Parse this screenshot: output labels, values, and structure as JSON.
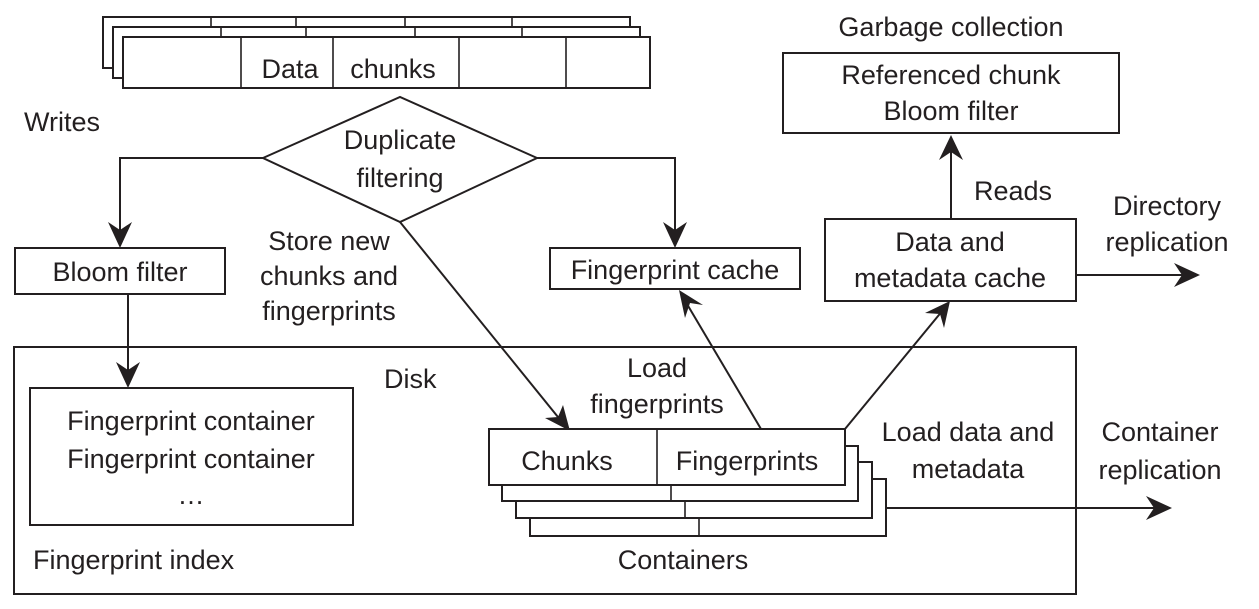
{
  "diagram": {
    "data_chunks": {
      "word1": "Data",
      "word2": "chunks"
    },
    "writes_label": "Writes",
    "duplicate_filtering": {
      "line1": "Duplicate",
      "line2": "filtering"
    },
    "bloom_filter": "Bloom filter",
    "store_new": {
      "line1": "Store new",
      "line2": "chunks and",
      "line3": "fingerprints"
    },
    "fingerprint_cache": "Fingerprint cache",
    "garbage_collection": {
      "title": "Garbage collection",
      "line1": "Referenced chunk",
      "line2": "Bloom filter"
    },
    "reads_label": "Reads",
    "data_metadata_cache": {
      "line1": "Data and",
      "line2": "metadata cache"
    },
    "directory_replication": {
      "line1": "Directory",
      "line2": "replication"
    },
    "disk_label": "Disk",
    "fingerprint_index": {
      "title": "Fingerprint index",
      "rows": [
        "Fingerprint container",
        "Fingerprint container",
        "…"
      ]
    },
    "load_fingerprints": {
      "line1": "Load",
      "line2": "fingerprints"
    },
    "containers": {
      "title": "Containers",
      "chunks": "Chunks",
      "fingerprints": "Fingerprints"
    },
    "load_data": {
      "line1": "Load data and",
      "line2": "metadata"
    },
    "container_replication": {
      "line1": "Container",
      "line2": "replication"
    }
  }
}
